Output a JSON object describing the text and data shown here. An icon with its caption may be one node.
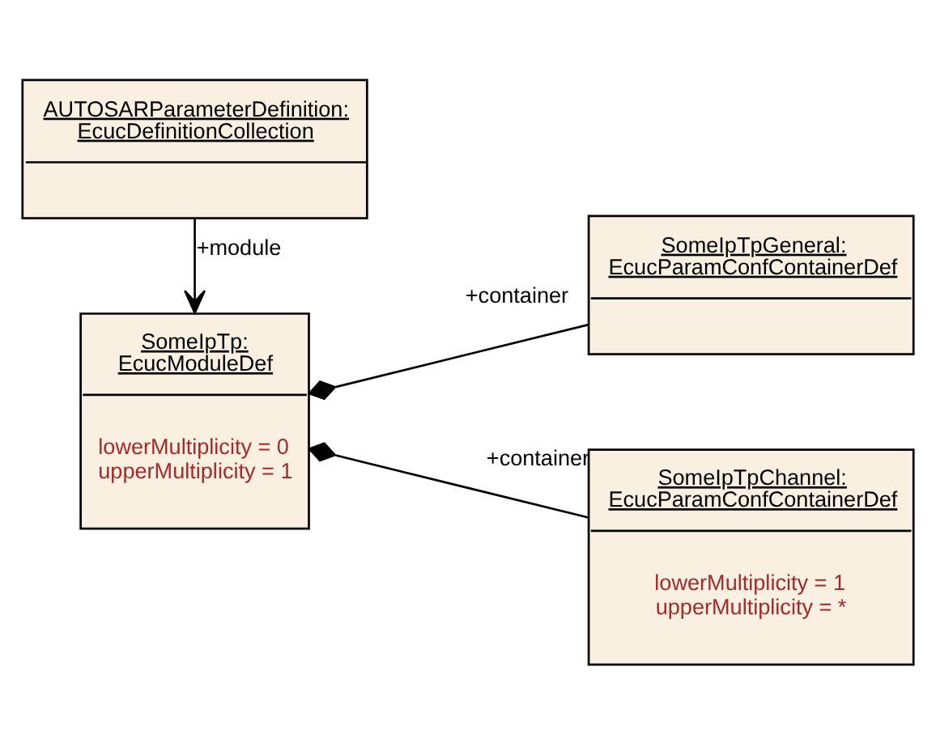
{
  "diagram": {
    "nodes": [
      {
        "text": [
          "SomeIpTp: EcucModuleDef",
          "lowerMultiplicity = 0",
          "upperMultiplicity = 1"
        ]
      },
      {
        "text": [
          "SomeIpTpGeneral: EcucParamConfContainerDef"
        ]
      },
      {
        "text": [
          "SomeIpTpChannel: EcucParamConfContainerDef",
          "lowerMultiplicity = 1",
          "upperMultiplicity = *"
        ]
      },
      {
        "text": [
          "AUTOSARParameterDefinition: EcucDefinitionCollection"
        ]
      }
    ],
    "edges": [
      {
        "from": 0,
        "to": 1,
        "arrow": "other",
        "label": "+container"
      },
      {
        "from": 0,
        "to": 2,
        "arrow": "other",
        "label": "+container"
      },
      {
        "from": 3,
        "to": 0,
        "arrow": "to",
        "label": "+module"
      }
    ]
  }
}
